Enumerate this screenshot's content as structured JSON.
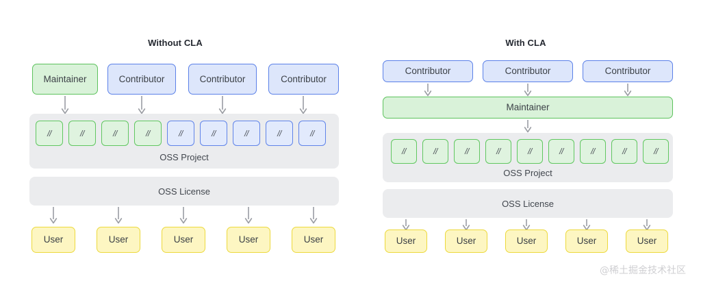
{
  "diagram": {
    "watermark": "@稀土掘金技术社区",
    "colors": {
      "green_fill": "#d9f2d9",
      "green_border": "#5cc25c",
      "blue_fill": "#dde6fb",
      "blue_border": "#5a80e8",
      "yellow_fill": "#fdf6c2",
      "yellow_border": "#ecd93b",
      "band_fill": "#ebecee",
      "arrow": "#9a9da3",
      "title_text": "#242830"
    },
    "code_glyph": "//"
  },
  "panels": [
    {
      "id": "without-cla",
      "title": "Without CLA",
      "top_row": [
        {
          "label": "Maintainer",
          "color": "green"
        },
        {
          "label": "Contributor",
          "color": "blue"
        },
        {
          "label": "Contributor",
          "color": "blue"
        },
        {
          "label": "Contributor",
          "color": "blue"
        }
      ],
      "project_band": {
        "label": "OSS Project",
        "chips": [
          {
            "glyph": "//",
            "color": "green"
          },
          {
            "glyph": "//",
            "color": "green"
          },
          {
            "glyph": "//",
            "color": "green"
          },
          {
            "glyph": "//",
            "color": "green"
          },
          {
            "glyph": "//",
            "color": "blue"
          },
          {
            "glyph": "//",
            "color": "blue"
          },
          {
            "glyph": "//",
            "color": "blue"
          },
          {
            "glyph": "//",
            "color": "blue"
          },
          {
            "glyph": "//",
            "color": "blue"
          }
        ]
      },
      "license_band": {
        "label": "OSS License"
      },
      "users": [
        {
          "label": "User"
        },
        {
          "label": "User"
        },
        {
          "label": "User"
        },
        {
          "label": "User"
        },
        {
          "label": "User"
        }
      ]
    },
    {
      "id": "with-cla",
      "title": "With CLA",
      "top_row": [
        {
          "label": "Contributor",
          "color": "blue"
        },
        {
          "label": "Contributor",
          "color": "blue"
        },
        {
          "label": "Contributor",
          "color": "blue"
        }
      ],
      "maintainer_bar": {
        "label": "Maintainer",
        "color": "green"
      },
      "project_band": {
        "label": "OSS Project",
        "chips": [
          {
            "glyph": "//",
            "color": "green"
          },
          {
            "glyph": "//",
            "color": "green"
          },
          {
            "glyph": "//",
            "color": "green"
          },
          {
            "glyph": "//",
            "color": "green"
          },
          {
            "glyph": "//",
            "color": "green"
          },
          {
            "glyph": "//",
            "color": "green"
          },
          {
            "glyph": "//",
            "color": "green"
          },
          {
            "glyph": "//",
            "color": "green"
          },
          {
            "glyph": "//",
            "color": "green"
          }
        ]
      },
      "license_band": {
        "label": "OSS License"
      },
      "users": [
        {
          "label": "User"
        },
        {
          "label": "User"
        },
        {
          "label": "User"
        },
        {
          "label": "User"
        },
        {
          "label": "User"
        }
      ]
    }
  ]
}
